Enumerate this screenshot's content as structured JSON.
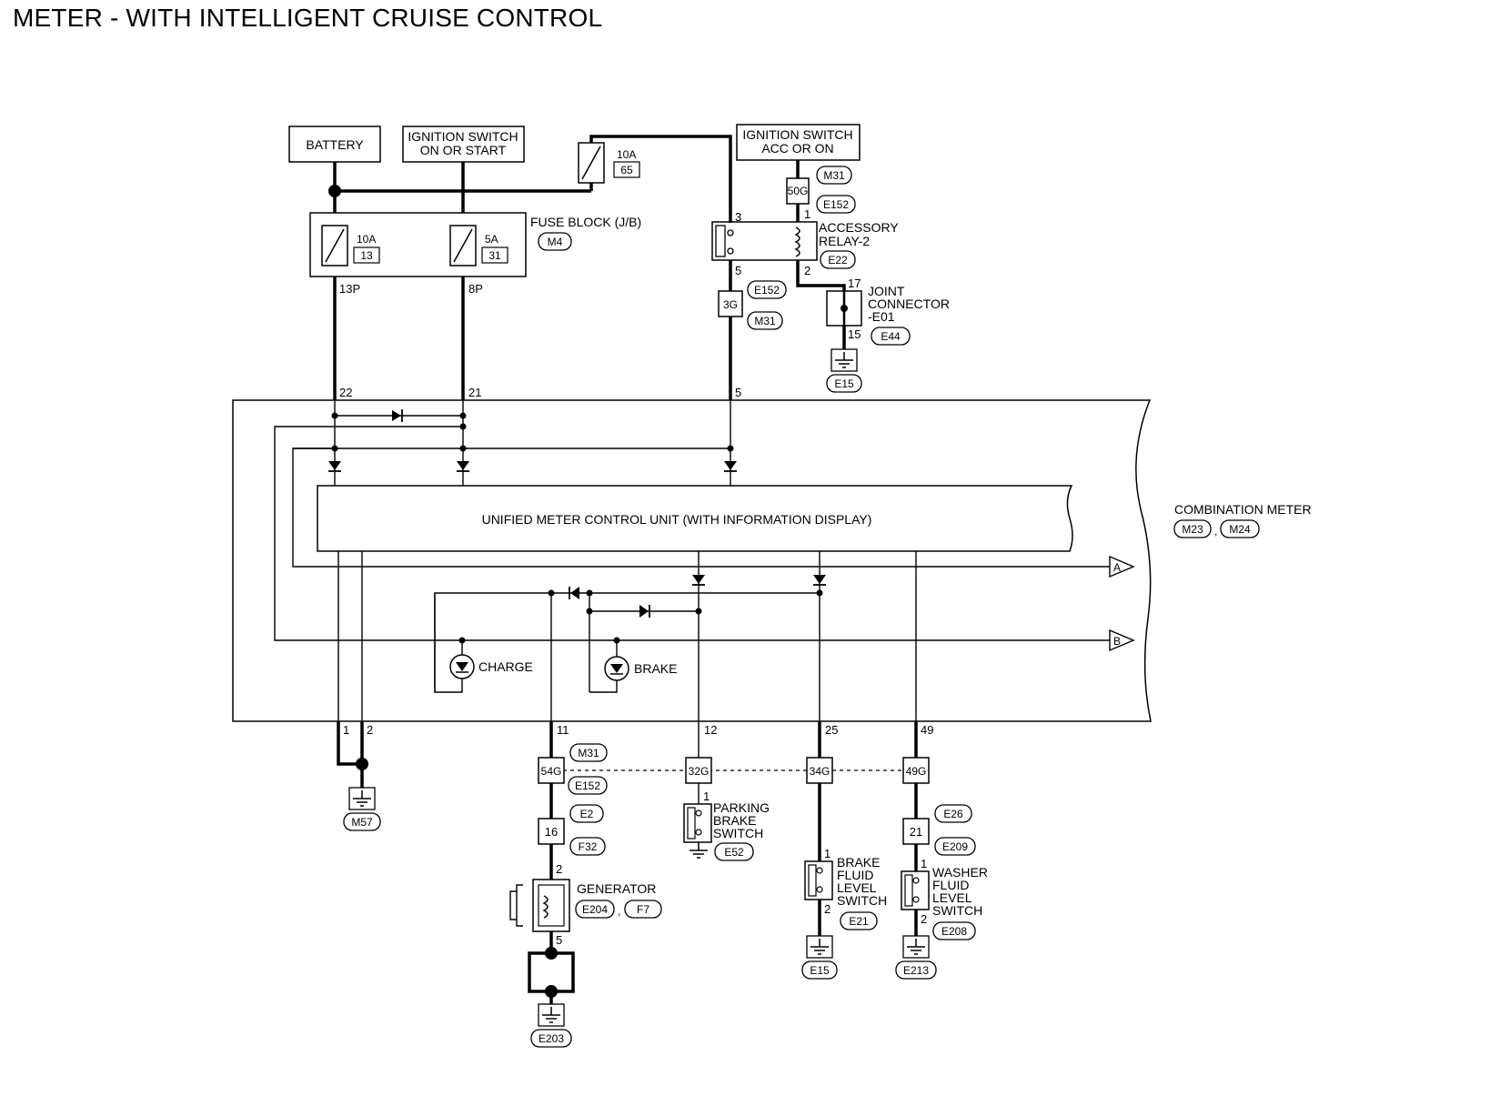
{
  "title": "METER - WITH INTELLIGENT CRUISE CONTROL",
  "sources": {
    "battery": "BATTERY",
    "ign_on_start": [
      "IGNITION SWITCH",
      "ON OR START"
    ],
    "ign_acc_on": [
      "IGNITION SWITCH",
      "ACC OR ON"
    ]
  },
  "fuse_block": {
    "label": "FUSE BLOCK (J/B)",
    "connector": "M4"
  },
  "fuses": [
    {
      "amp": "10A",
      "num": "13",
      "pin": "13P"
    },
    {
      "amp": "5A",
      "num": "31",
      "pin": "8P"
    },
    {
      "amp": "10A",
      "num": "65"
    }
  ],
  "relay": {
    "label": [
      "ACCESSORY",
      "RELAY-2"
    ],
    "connector": "E22",
    "pins": [
      "3",
      "5",
      "1",
      "2"
    ]
  },
  "joint": {
    "label": [
      "JOINT",
      "CONNECTOR",
      "-E01"
    ],
    "connector": "E44",
    "pins": [
      "17",
      "15"
    ],
    "ground": "E15"
  },
  "harness": {
    "h50g": "50G",
    "h3g": "3G",
    "h54g": "54G",
    "h32g": "32G",
    "h34g": "34G",
    "h49g": "49G"
  },
  "connectors": {
    "m31": "M31",
    "e152": "E152"
  },
  "meter": {
    "unit_label": "UNIFIED METER CONTROL UNIT (WITH INFORMATION DISPLAY)",
    "label": "COMBINATION METER",
    "connectors": [
      "M23",
      "M24"
    ],
    "top_pins": [
      "22",
      "21",
      "5"
    ],
    "bottom_pins": [
      "1",
      "2",
      "11",
      "12",
      "25",
      "49"
    ],
    "arrows": [
      "A",
      "B"
    ],
    "lamps": [
      "CHARGE",
      "BRAKE"
    ]
  },
  "grounds": {
    "meter": "M57",
    "generator": "E203",
    "brake_fluid": "E15",
    "washer": "E213"
  },
  "generator": {
    "label": "GENERATOR",
    "connectors": [
      "E204",
      "F7"
    ],
    "pins": [
      "2",
      "5"
    ],
    "inline": {
      "num": "16",
      "conn_top": "E2",
      "conn_bottom": "F32"
    }
  },
  "parking_brake": {
    "label": [
      "PARKING",
      "BRAKE",
      "SWITCH"
    ],
    "connector": "E52",
    "pin": "1"
  },
  "brake_fluid": {
    "label": [
      "BRAKE",
      "FLUID",
      "LEVEL",
      "SWITCH"
    ],
    "connector": "E21",
    "pins": [
      "1",
      "2"
    ]
  },
  "washer": {
    "label": [
      "WASHER",
      "FLUID",
      "LEVEL",
      "SWITCH"
    ],
    "connector": "E208",
    "pins": [
      "1",
      "2"
    ],
    "inline": {
      "num": "21",
      "conn_top": "E26",
      "conn_bottom": "E209"
    }
  }
}
